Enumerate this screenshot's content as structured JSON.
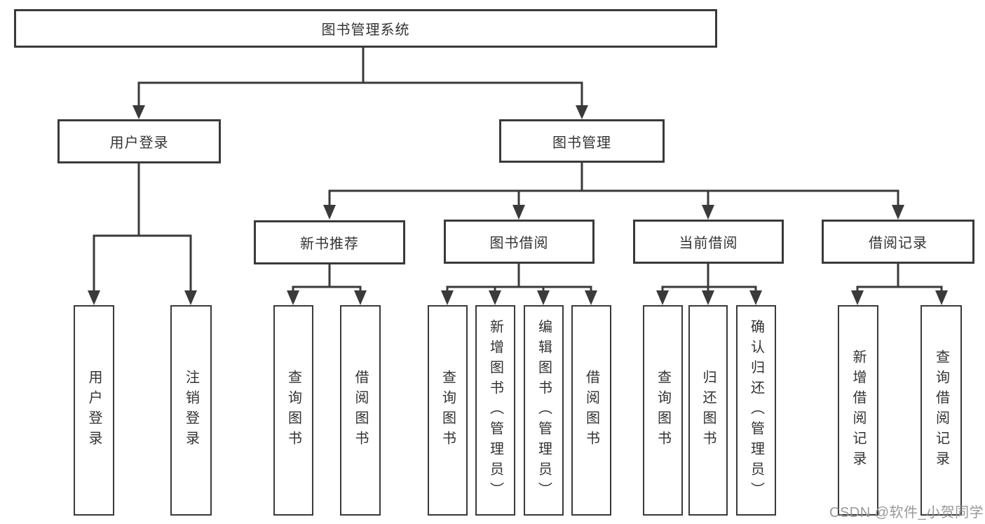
{
  "diagram": {
    "root": {
      "label": "图书管理系统"
    },
    "level2": [
      {
        "label": "用户登录"
      },
      {
        "label": "图书管理"
      }
    ],
    "level3": [
      {
        "label": "新书推荐"
      },
      {
        "label": "图书借阅"
      },
      {
        "label": "当前借阅"
      },
      {
        "label": "借阅记录"
      }
    ],
    "leaves": {
      "user_login": [
        "用户登录",
        "注销登录"
      ],
      "new_books": [
        "查询图书",
        "借阅图书"
      ],
      "book_borrow": [
        "查询图书",
        "新增图书（管理员）",
        "编辑图书（管理员）",
        "借阅图书"
      ],
      "current_borrow": [
        "查询图书",
        "归还图书",
        "确认归还（管理员）"
      ],
      "borrow_records": [
        "新增借阅记录",
        "查询借阅记录"
      ]
    }
  },
  "watermark": {
    "text": "CSDN @软件_小贺同学"
  },
  "colors": {
    "line": "#3a3a3a",
    "text": "#333333",
    "watermark": "#949494",
    "background": "#ffffff"
  }
}
